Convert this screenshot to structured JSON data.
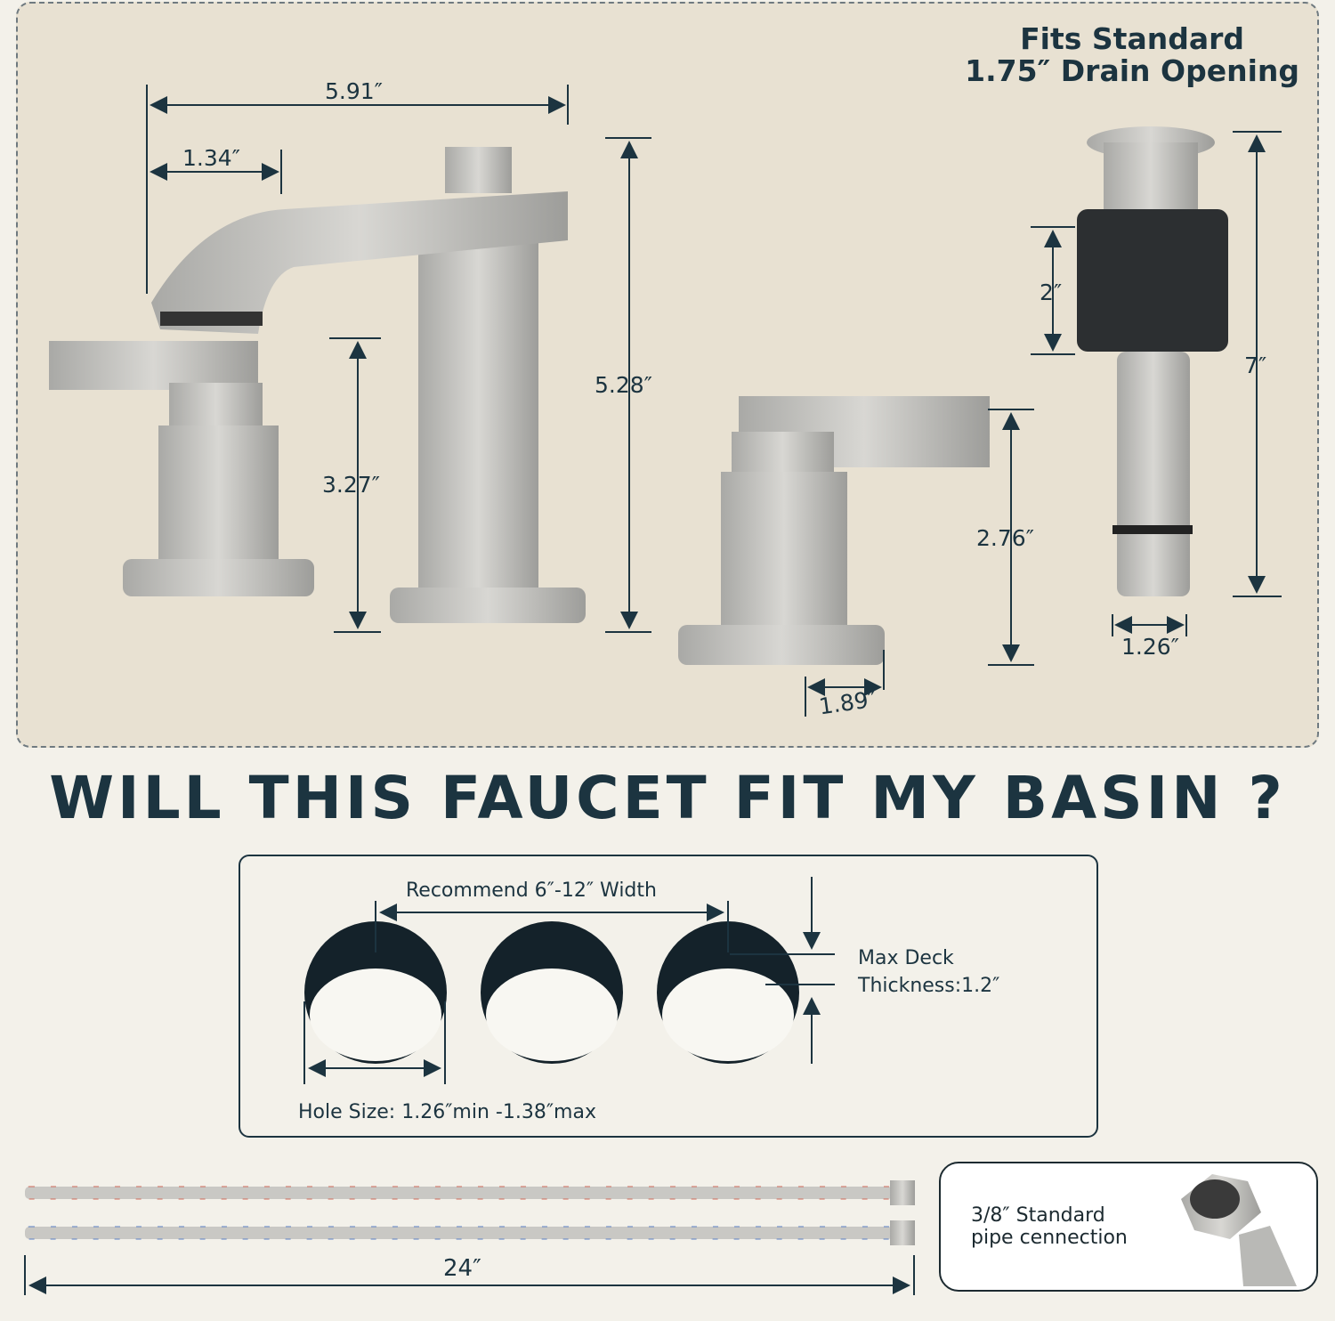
{
  "top_panel": {
    "drain_note_line1": "Fits Standard",
    "drain_note_line2": "1.75″ Drain Opening",
    "dimensions": {
      "spout_reach": "5.91″",
      "spout_tip": "1.34″",
      "faucet_height": "5.28″",
      "spout_height": "3.27″",
      "handle_height": "2.76″",
      "base_width": "1.89″",
      "drain_upper": "2″",
      "drain_height": "7″",
      "drain_diameter": "1.26″"
    }
  },
  "headline": "WILL THIS FAUCET FIT MY BASIN ?",
  "basin_panel": {
    "width_label": "Recommend 6″-12″ Width",
    "deck_label_line1": "Max Deck",
    "deck_label_line2": "Thickness:1.2″",
    "hole_label": "Hole Size: 1.26″min -1.38″max"
  },
  "hoses": {
    "length_label": "24″",
    "connection_line1": "3/8″ Standard",
    "connection_line2": "pipe cennection"
  }
}
